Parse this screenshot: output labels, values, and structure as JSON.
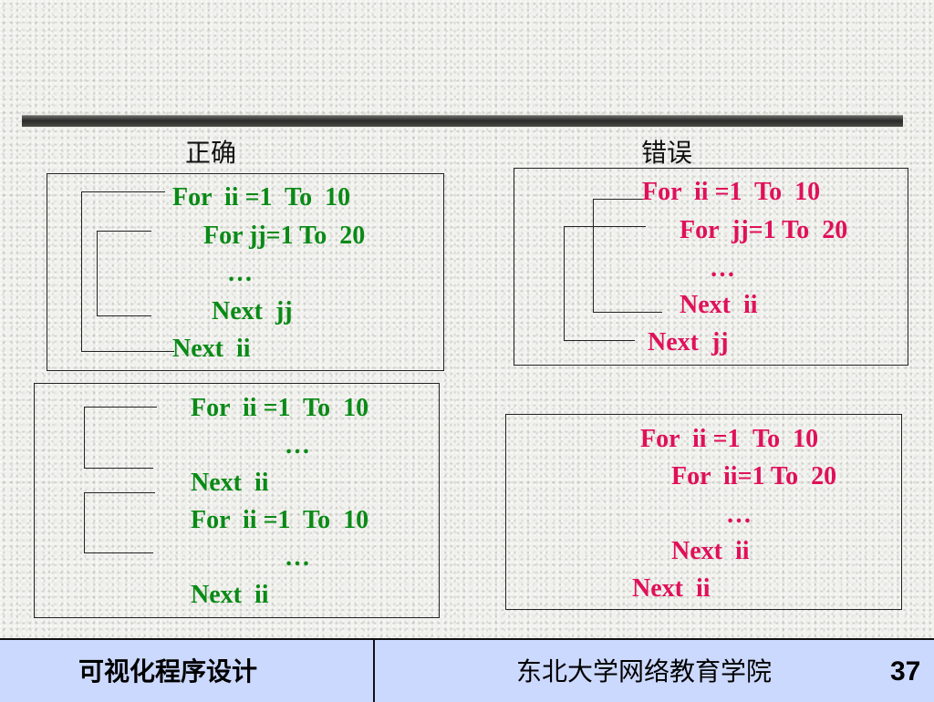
{
  "headings": {
    "correct": "正确",
    "wrong": "错误"
  },
  "box1": {
    "lines": [
      "For  ii =1  To  10",
      "For jj=1 To  20",
      "…",
      "Next  jj",
      "Next  ii"
    ]
  },
  "box2": {
    "lines": [
      "For  ii =1  To  10",
      "For  jj=1 To  20",
      "…",
      "Next  ii",
      "Next  jj"
    ]
  },
  "box3": {
    "lines": [
      "For  ii =1  To  10",
      "…",
      "Next  ii",
      "For  ii =1  To  10",
      "…",
      "Next  ii"
    ]
  },
  "box4": {
    "lines": [
      "For  ii =1  To  10",
      "For  ii=1 To  20",
      "…",
      "Next  ii",
      "Next  ii"
    ]
  },
  "colors": {
    "correct_code": "#0a8a16",
    "wrong_code": "#e0105a",
    "footer_bg": "#ccd9ff"
  },
  "footer": {
    "course": "可视化程序设计",
    "school": "东北大学网络教育学院",
    "page_number": "37"
  }
}
